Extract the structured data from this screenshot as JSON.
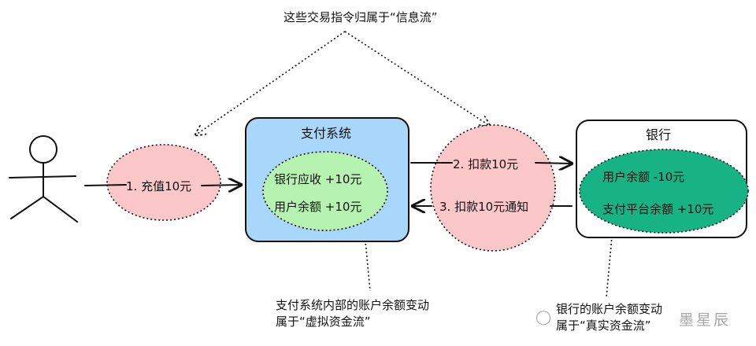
{
  "notes": {
    "top": "这些交易指令归属于“信息流”",
    "virtual_line1": "支付系统内部的账户余额变动",
    "virtual_line2": "属于“虚拟资金流”",
    "real_line1": "银行的账户余额变动",
    "real_line2": "属于“真实资金流”"
  },
  "steps": {
    "step1": "1. 充值10元",
    "step2": "2. 扣款10元",
    "step3": "3. 扣款10元通知"
  },
  "payment_system": {
    "title": "支付系统",
    "entry1": "银行应收  +10元",
    "entry2": "用户余额  +10元"
  },
  "bank": {
    "title": "银行",
    "entry1": "用户余额  -10元",
    "entry2": "支付平台余额  +10元"
  },
  "watermark": "墨星辰",
  "colors": {
    "payment_box_fill": "#a9d6fb",
    "inner_ellipse_green": "#b6f2b0",
    "bank_ellipse_fill": "#17b384",
    "step_ellipse_fill": "#fbc7c9"
  }
}
